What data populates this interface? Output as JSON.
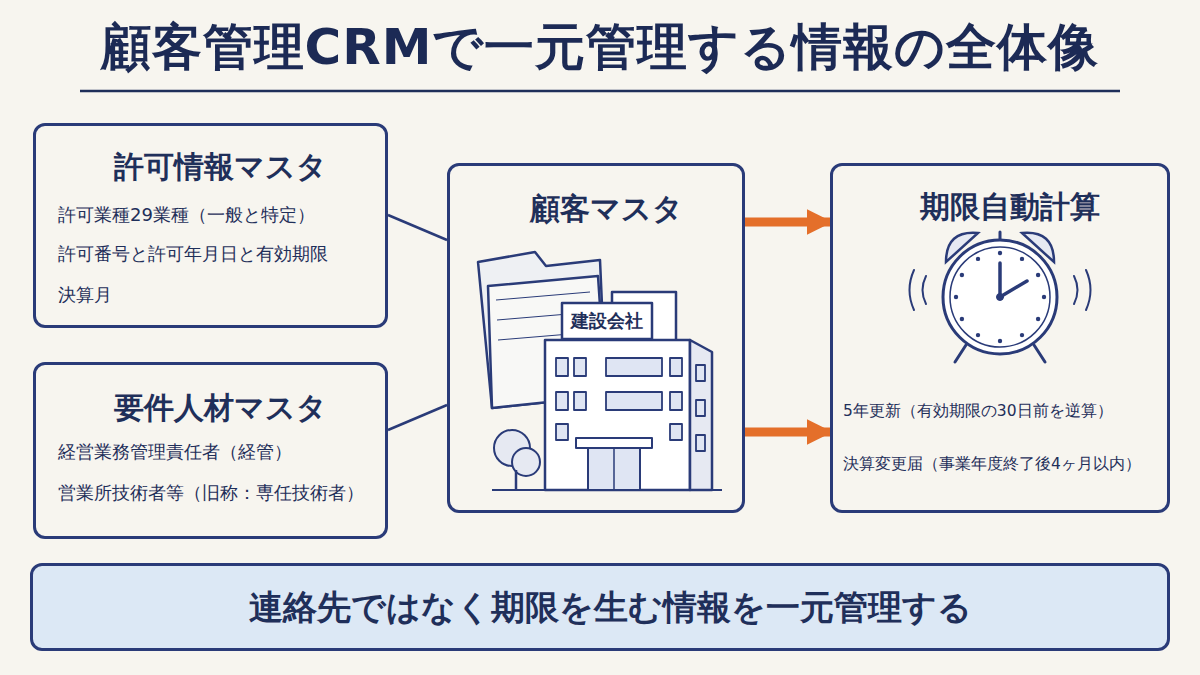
{
  "diagram": {
    "title": "顧客管理CRMで一元管理する情報の全体像",
    "nodes": [
      {
        "text": [
          "許可情報マスタ",
          "許可業種29業種（一般と特定）",
          "許可番号と許可年月日と有効期限",
          "決算月"
        ]
      },
      {
        "text": [
          "要件人材マスタ",
          "経営業務管理責任者（経管）",
          "営業所技術者等（旧称：専任技術者）"
        ]
      },
      {
        "text": [
          "顧客マスタ"
        ]
      },
      {
        "text": [
          "期限自動計算",
          "5年更新（有効期限の30日前を逆算）",
          "決算変更届（事業年度終了後4ヶ月以内）"
        ]
      },
      {
        "text": [
          "連絡先ではなく期限を生む情報を一元管理する"
        ]
      }
    ],
    "edges": [
      {
        "from": 0,
        "to": 2,
        "arrow": "none"
      },
      {
        "from": 1,
        "to": 2,
        "arrow": "none"
      },
      {
        "from": 2,
        "to": 3,
        "arrow": "to"
      },
      {
        "from": 2,
        "to": 3,
        "arrow": "to"
      }
    ],
    "labels": [
      "建設会社"
    ]
  }
}
